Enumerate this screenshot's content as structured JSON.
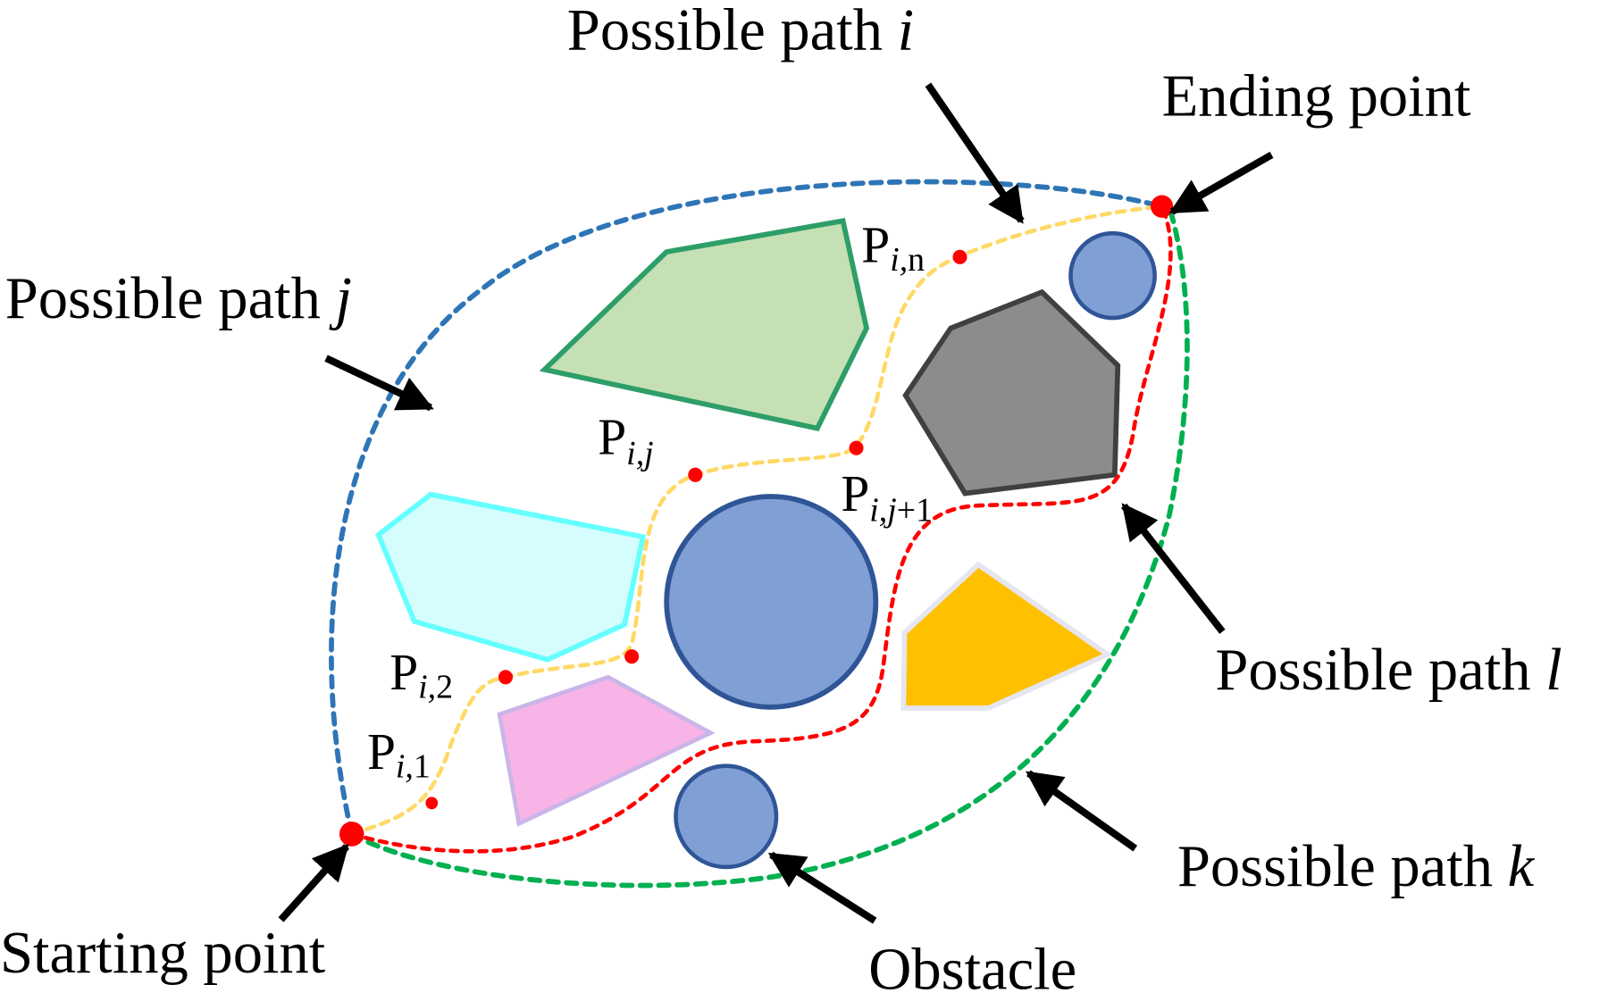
{
  "diagram": {
    "title": "Path planning with obstacles",
    "labels": {
      "path_i": {
        "text": "Possible path ",
        "var": "i"
      },
      "path_j": {
        "text": "Possible path ",
        "var": "j"
      },
      "path_k": {
        "text": "Possible path ",
        "var": "k"
      },
      "path_l": {
        "text": "Possible path ",
        "var": "l"
      },
      "ending_point": "Ending point",
      "starting_point": "Starting point",
      "obstacle": "Obstacle"
    },
    "waypoints": [
      {
        "base": "P",
        "sub_italic": "i,",
        "sub_rest": "1"
      },
      {
        "base": "P",
        "sub_italic": "i,",
        "sub_rest": "2"
      },
      {
        "base": "P",
        "sub_italic": "i,j",
        "sub_rest": ""
      },
      {
        "base": "P",
        "sub_italic": "i,j",
        "sub_rest": "+1"
      },
      {
        "base": "P",
        "sub_italic": "i,",
        "sub_rest": "n"
      }
    ],
    "colors": {
      "path_i": "#ffd966",
      "path_j": "#2e75b6",
      "path_k": "#00b050",
      "path_l": "#ff0000",
      "point": "#ff0000",
      "circle_fill": "#7f9fd5",
      "circle_stroke": "#2f5597",
      "green_poly_fill": "#c5e0b4",
      "green_poly_stroke": "#2e9e68",
      "gray_poly_fill": "#8c8c8c",
      "gray_poly_stroke": "#404040",
      "cyan_poly_fill": "#d6fdfd",
      "cyan_poly_stroke": "#66ffff",
      "pink_poly_fill": "#f8b4e6",
      "pink_poly_stroke": "#c9b5e8",
      "orange_poly_fill": "#ffc000",
      "orange_poly_stroke": "#e6e6f0"
    }
  }
}
